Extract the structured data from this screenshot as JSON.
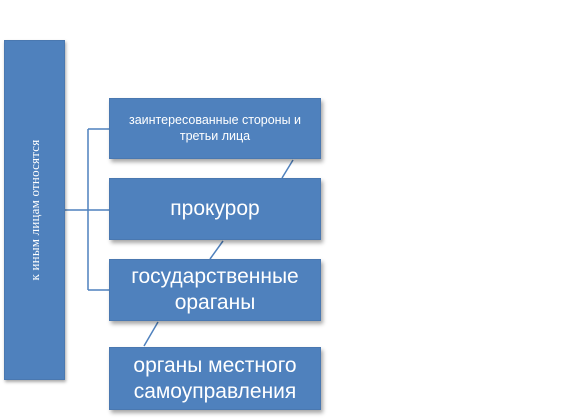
{
  "diagram": {
    "root": {
      "label": "к иным лицам относятся"
    },
    "children": [
      {
        "label": "заинтересованные стороны и третьи лица"
      },
      {
        "label": "прокурор"
      },
      {
        "label": "государственные ораганы"
      },
      {
        "label": "органы местного самоуправления"
      }
    ],
    "colors": {
      "box_fill": "#4f81bd",
      "box_text": "#ffffff",
      "connector": "#4f81bd"
    }
  }
}
